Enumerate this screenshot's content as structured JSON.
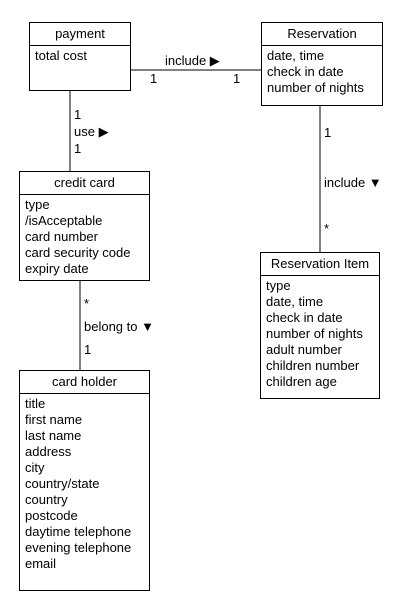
{
  "classes": {
    "payment": {
      "name": "payment",
      "attributes": [
        "total cost"
      ]
    },
    "reservation": {
      "name": "Reservation",
      "attributes": [
        "date, time",
        "check in date",
        "number of nights"
      ]
    },
    "credit_card": {
      "name": "credit card",
      "attributes": [
        "type",
        "/isAcceptable",
        "card number",
        "card security code",
        "expiry date"
      ]
    },
    "reservation_item": {
      "name": "Reservation Item",
      "attributes": [
        "type",
        "date, time",
        "check in date",
        "number of nights",
        "adult number",
        "children number",
        "children age"
      ]
    },
    "card_holder": {
      "name": "card holder",
      "attributes": [
        "title",
        "first name",
        "last name",
        "address",
        "city",
        "country/state",
        "country",
        "postcode",
        "daytime telephone",
        "evening telephone",
        "email"
      ]
    }
  },
  "associations": {
    "payment_reservation": {
      "label": "include ▶",
      "mult_a": "1",
      "mult_b": "1"
    },
    "payment_credit_card": {
      "label": "use ▶",
      "mult_a": "1",
      "mult_b": "1"
    },
    "reservation_item": {
      "label": "include ▼",
      "mult_a": "1",
      "mult_b": "*"
    },
    "credit_card_holder": {
      "label": "belong to ▼",
      "mult_a": "*",
      "mult_b": "1"
    }
  }
}
